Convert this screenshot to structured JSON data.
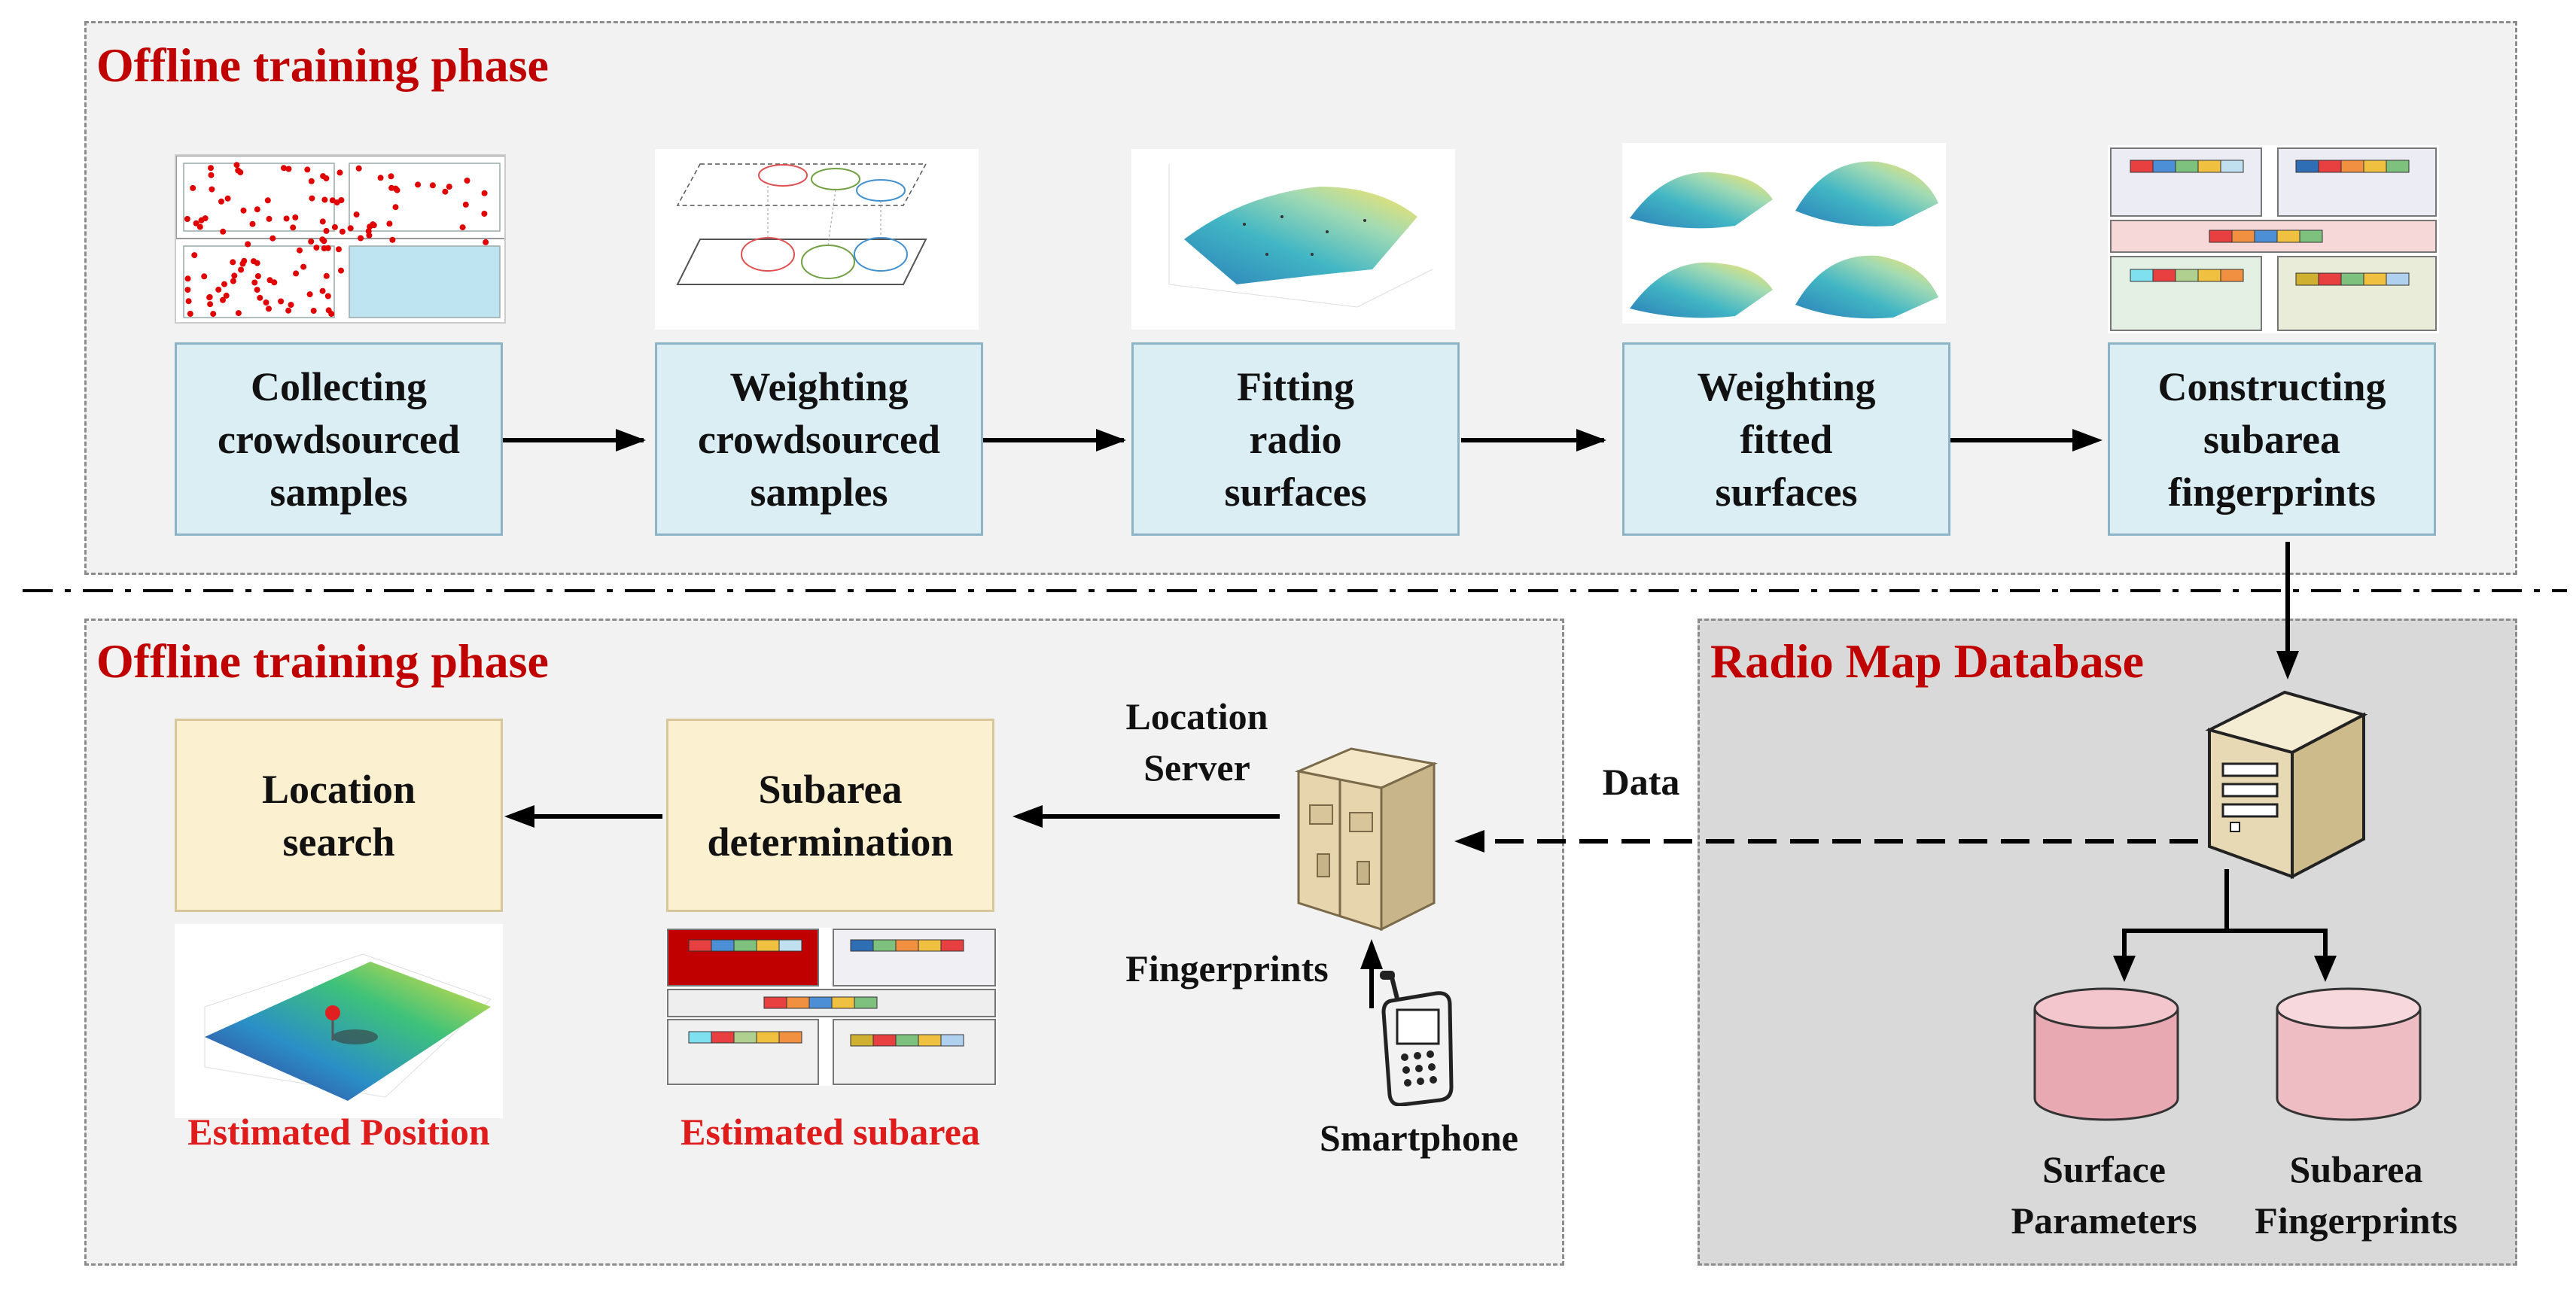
{
  "top_panel": {
    "title": "Offline training phase"
  },
  "bottom_panel": {
    "title": "Offline training phase"
  },
  "database_panel": {
    "title": "Radio Map Database"
  },
  "steps": [
    {
      "line1": "Collecting",
      "line2": "crowdsourced",
      "line3": "samples"
    },
    {
      "line1": "Weighting",
      "line2": "crowdsourced",
      "line3": "samples"
    },
    {
      "line1": "Fitting",
      "line2": "radio",
      "line3": "surfaces"
    },
    {
      "line1": "Weighting",
      "line2": "fitted",
      "line3": "surfaces"
    },
    {
      "line1": "Constructing",
      "line2": "subarea",
      "line3": "fingerprints"
    }
  ],
  "online_boxes": {
    "location_search": {
      "line1": "Location",
      "line2": "search"
    },
    "subarea_determination": {
      "line1": "Subarea",
      "line2": "determination"
    }
  },
  "labels": {
    "location_server_1": "Location",
    "location_server_2": "Server",
    "data": "Data",
    "fingerprints": "Fingerprints",
    "smartphone": "Smartphone",
    "surface_parameters_1": "Surface",
    "surface_parameters_2": "Parameters",
    "subarea_fingerprints_1": "Subarea",
    "subarea_fingerprints_2": "Fingerprints"
  },
  "captions": {
    "estimated_position": "Estimated Position",
    "estimated_subarea": "Estimated subarea"
  },
  "colors": {
    "title_red": "#c00000",
    "caption_red": "#e01b1b",
    "step_box_fill": "#dbeef4",
    "online_box_fill": "#fbf0cf",
    "database_fill": "#d9d9d9",
    "cylinder_fill": "#e8a9b3"
  },
  "icons": [
    "server-tower-icon",
    "database-server-icon",
    "smartphone-icon",
    "cylinder-icon"
  ]
}
